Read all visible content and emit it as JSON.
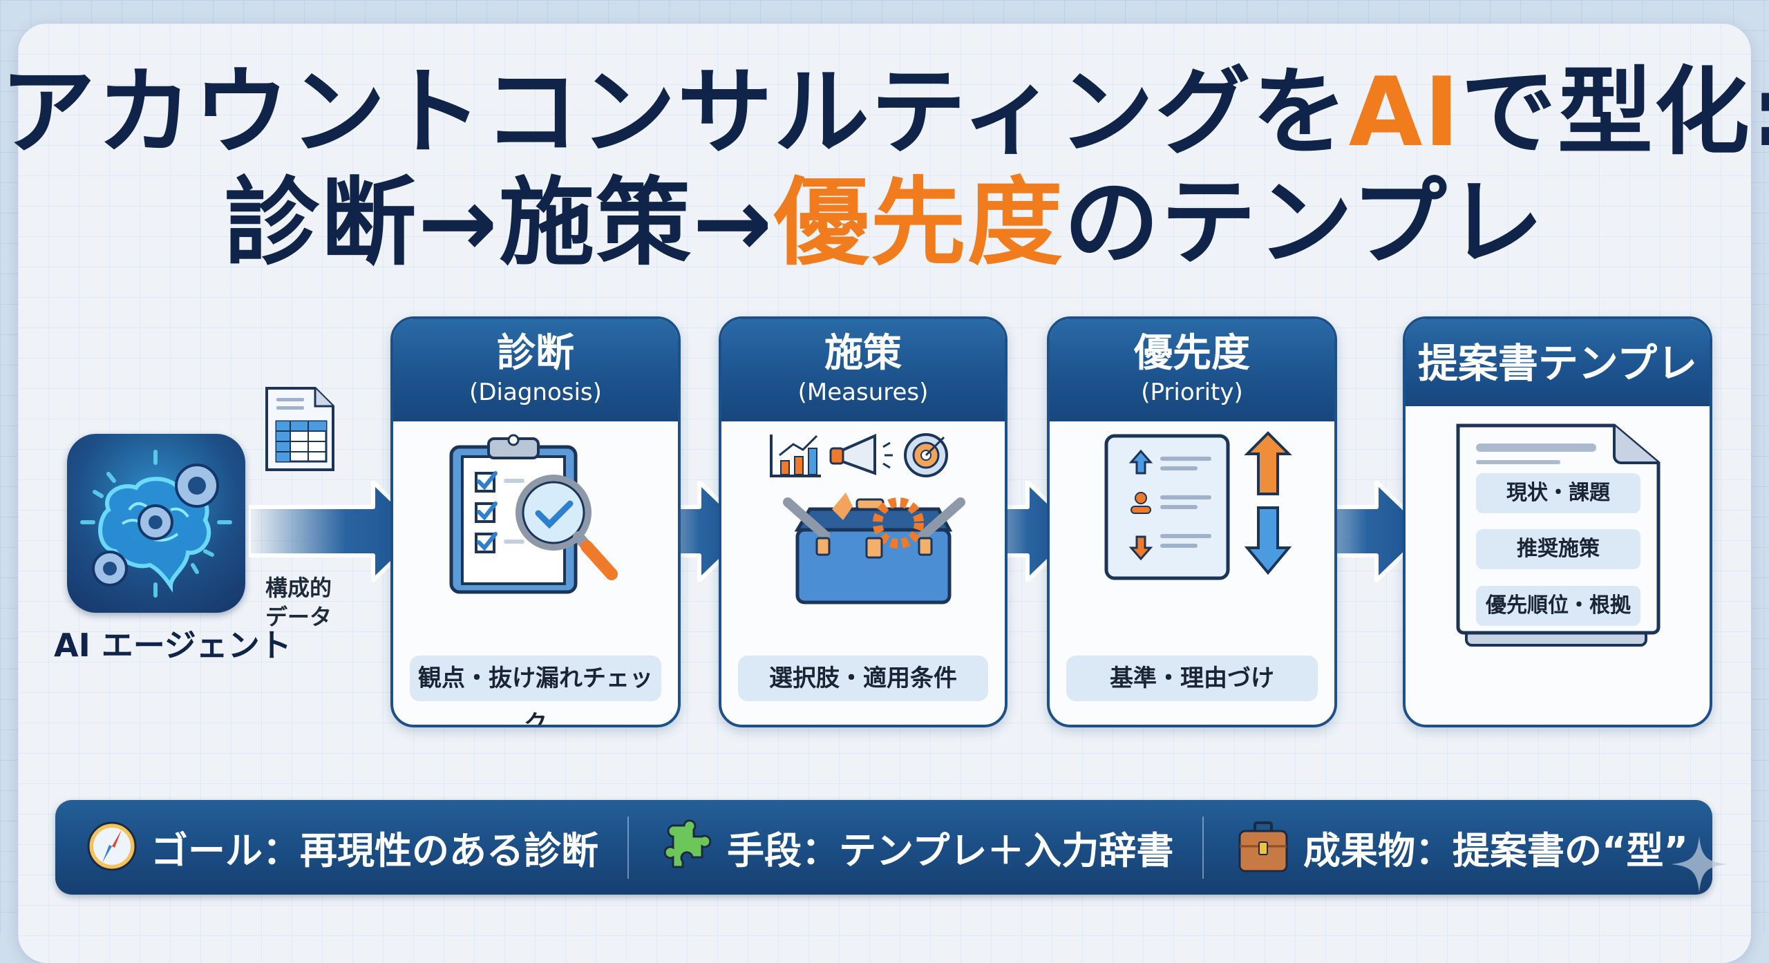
{
  "title": {
    "line1_prefix": "アカウントコンサルティングを",
    "line1_accent": "AI",
    "line1_suffix": "で型化:",
    "line2_prefix": "診断→施策→",
    "line2_accent": "優先度",
    "line2_suffix": "のテンプレ"
  },
  "source": {
    "agent_label": "AI エージェント",
    "agent_icon": "brain-gears-icon",
    "data_icon": "spreadsheet-document-icon",
    "data_label_line1": "構成的",
    "data_label_line2": "データ"
  },
  "steps": [
    {
      "title": "診断",
      "subtitle": "(Diagnosis)",
      "tag": "観点・抜け漏れチェック",
      "icon": "clipboard-magnifier-icon"
    },
    {
      "title": "施策",
      "subtitle": "(Measures)",
      "tag": "選択肢・適用条件",
      "icon": "toolbox-icon"
    },
    {
      "title": "優先度",
      "subtitle": "(Priority)",
      "tag": "基準・理由づけ",
      "icon": "priority-list-icon"
    }
  ],
  "template": {
    "title": "提案書テンプレ",
    "icon": "document-icon",
    "sections": [
      "現状・課題",
      "推奨施策",
      "優先順位・根拠"
    ]
  },
  "bottom_bar": {
    "items": [
      {
        "icon": "compass-icon",
        "text": "ゴール：再現性のある診断"
      },
      {
        "icon": "puzzle-icon",
        "text": "手段：テンプレ＋入力辞書"
      },
      {
        "icon": "briefcase-icon",
        "text": "成果物：提案書の“型”"
      }
    ]
  },
  "colors": {
    "navy": "#0f2448",
    "accent": "#f07c1e",
    "header_blue": "#1d548f",
    "tag_bg": "#dbe8f5"
  }
}
